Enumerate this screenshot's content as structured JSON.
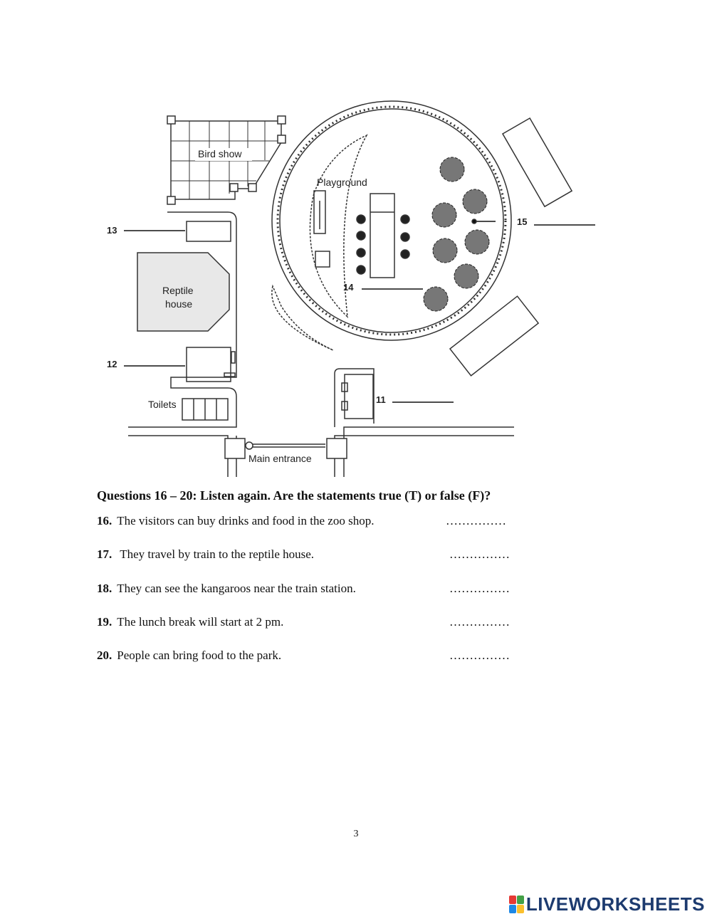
{
  "map": {
    "labels": {
      "bird_show": "Bird show",
      "playground": "Playground",
      "reptile_house_line1": "Reptile",
      "reptile_house_line2": "house",
      "toilets": "Toilets",
      "main_entrance": "Main entrance"
    },
    "numbers": {
      "n11": "11",
      "n12": "12",
      "n13": "13",
      "n14": "14",
      "n15": "15"
    }
  },
  "heading": "Questions 16 – 20: Listen again. Are the statements true (T) or false (F)?",
  "questions": [
    {
      "num": "16.",
      "text": "The visitors can buy drinks and food in the zoo shop.",
      "blank": "……………"
    },
    {
      "num": "17.",
      "text": " They travel by train to the reptile house.",
      "blank": "……………"
    },
    {
      "num": "18.",
      "text": "They can see the kangaroos near the train station.",
      "blank": "……………"
    },
    {
      "num": "19.",
      "text": "The lunch break will start at 2 pm.",
      "blank": "……………"
    },
    {
      "num": "20.",
      "text": "People can bring food to the park.",
      "blank": "……………"
    }
  ],
  "page_number": "3",
  "brand": {
    "text": "LIVEWORKSHEETS",
    "color": "#1d3b6f",
    "logo_colors": [
      "#e53935",
      "#43a047",
      "#1e88e5",
      "#fbc02d"
    ]
  }
}
